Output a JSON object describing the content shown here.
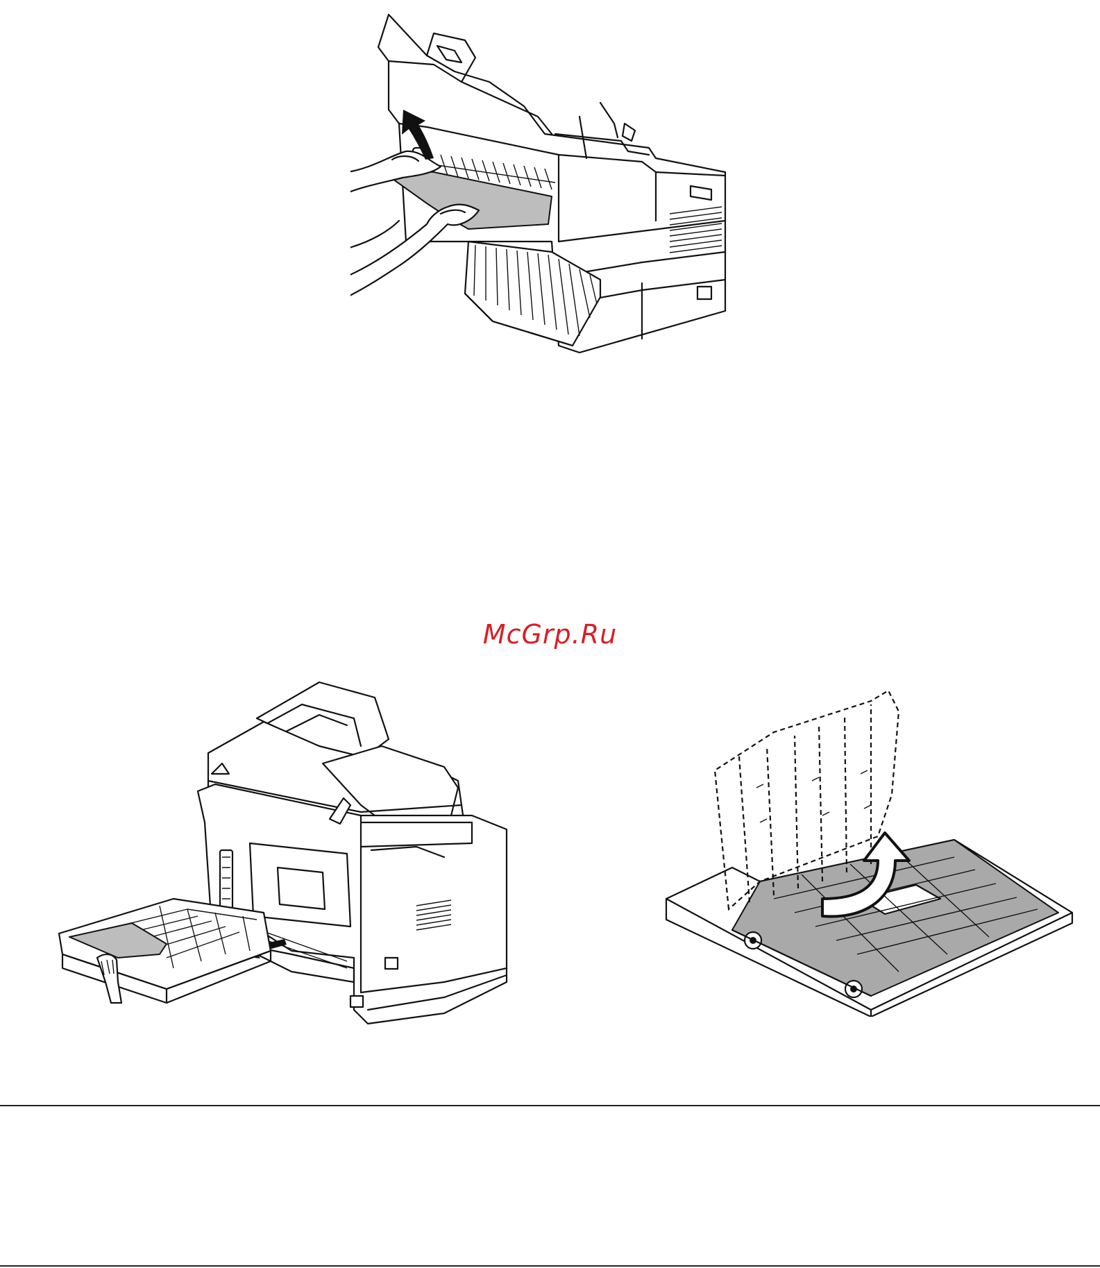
{
  "watermark": {
    "text": "McGrp.Ru",
    "color": "#d71f26"
  },
  "figures": [
    {
      "name": "rear-paper-jam-removal",
      "icons": [
        "hands",
        "curved-arrow-up",
        "printer-rear",
        "rear-output-tray"
      ]
    },
    {
      "name": "paper-tray-removal",
      "icons": [
        "printer-mfp",
        "straight-arrow",
        "paper-tray",
        "hand"
      ]
    },
    {
      "name": "duplex-cover-open",
      "icons": [
        "duplex-unit",
        "dashed-cover",
        "curved-arrow-up"
      ]
    }
  ]
}
